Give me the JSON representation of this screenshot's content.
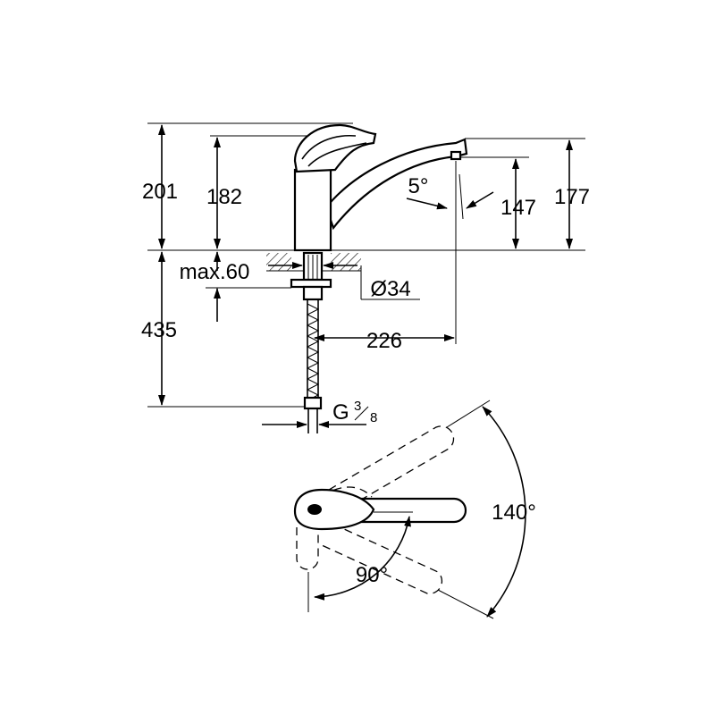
{
  "drawing": {
    "dim_201": "201",
    "dim_182": "182",
    "dim_5deg": "5°",
    "dim_147": "147",
    "dim_177": "177",
    "dim_max60": "max.60",
    "dim_dia34": "Ø34",
    "dim_435": "435",
    "dim_226": "226",
    "dim_g": "G",
    "dim_g_num": "3",
    "dim_g_den": "8",
    "dim_140deg": "140°",
    "dim_90deg": "90°"
  },
  "colors": {
    "line": "#000000",
    "background": "#ffffff"
  }
}
